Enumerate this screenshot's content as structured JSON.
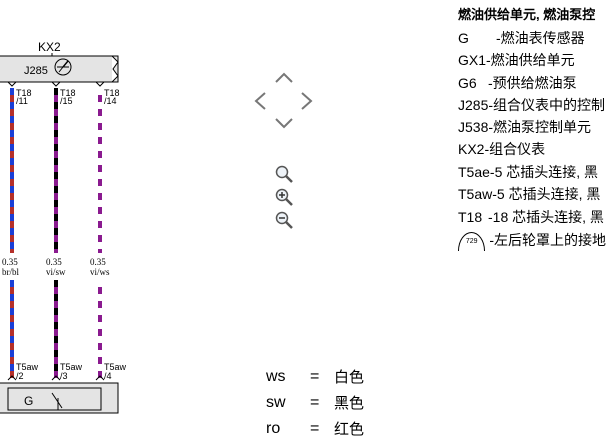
{
  "diagram": {
    "top_component": {
      "name": "KX2",
      "label": "J285"
    },
    "bottom_component": {
      "label": "G"
    },
    "connectors_top": [
      {
        "name": "T18",
        "pin": "/11"
      },
      {
        "name": "T18",
        "pin": "/15"
      },
      {
        "name": "T18",
        "pin": "/14"
      }
    ],
    "connectors_bottom": [
      {
        "name": "T5aw",
        "pin": "/2"
      },
      {
        "name": "T5aw",
        "pin": "/3"
      },
      {
        "name": "T5aw",
        "pin": "/4"
      }
    ],
    "wires": [
      {
        "gauge": "0.35",
        "color": "br/bl",
        "primary": "#b5302a",
        "secondary": "#1a3fd6"
      },
      {
        "gauge": "0.35",
        "color": "vi/sw",
        "primary": "#8a1a8f",
        "secondary": "#000000"
      },
      {
        "gauge": "0.35",
        "color": "vi/ws",
        "primary": "#8a1a8f",
        "secondary": "#ffffff"
      }
    ]
  },
  "legend": {
    "title": "燃油供给单元, 燃油泵控",
    "items": [
      {
        "code": "G",
        "text": "-燃油表传感器"
      },
      {
        "code": "GX1",
        "text": "-燃油供给单元"
      },
      {
        "code": "G6",
        "text": "-预供给燃油泵"
      },
      {
        "code": "J285",
        "text": "-组合仪表中的控制"
      },
      {
        "code": "J538",
        "text": "-燃油泵控制单元"
      },
      {
        "code": "KX2",
        "text": "-组合仪表"
      },
      {
        "code": "T5ae",
        "text": "-5 芯插头连接, 黑"
      },
      {
        "code": "T5aw",
        "text": "-5 芯插头连接, 黑"
      },
      {
        "code": "T18",
        "text": "-18 芯插头连接, 黑"
      }
    ],
    "ground": {
      "badge": "729",
      "text": "-左后轮罩上的接地"
    }
  },
  "color_codes": [
    {
      "code": "ws",
      "eq": "=",
      "name": "白色"
    },
    {
      "code": "sw",
      "eq": "=",
      "name": "黑色"
    },
    {
      "code": "ro",
      "eq": "=",
      "name": "红色"
    }
  ],
  "colors": {
    "component_fill": "#e4e4e4",
    "nav_arrow": "#777777"
  }
}
